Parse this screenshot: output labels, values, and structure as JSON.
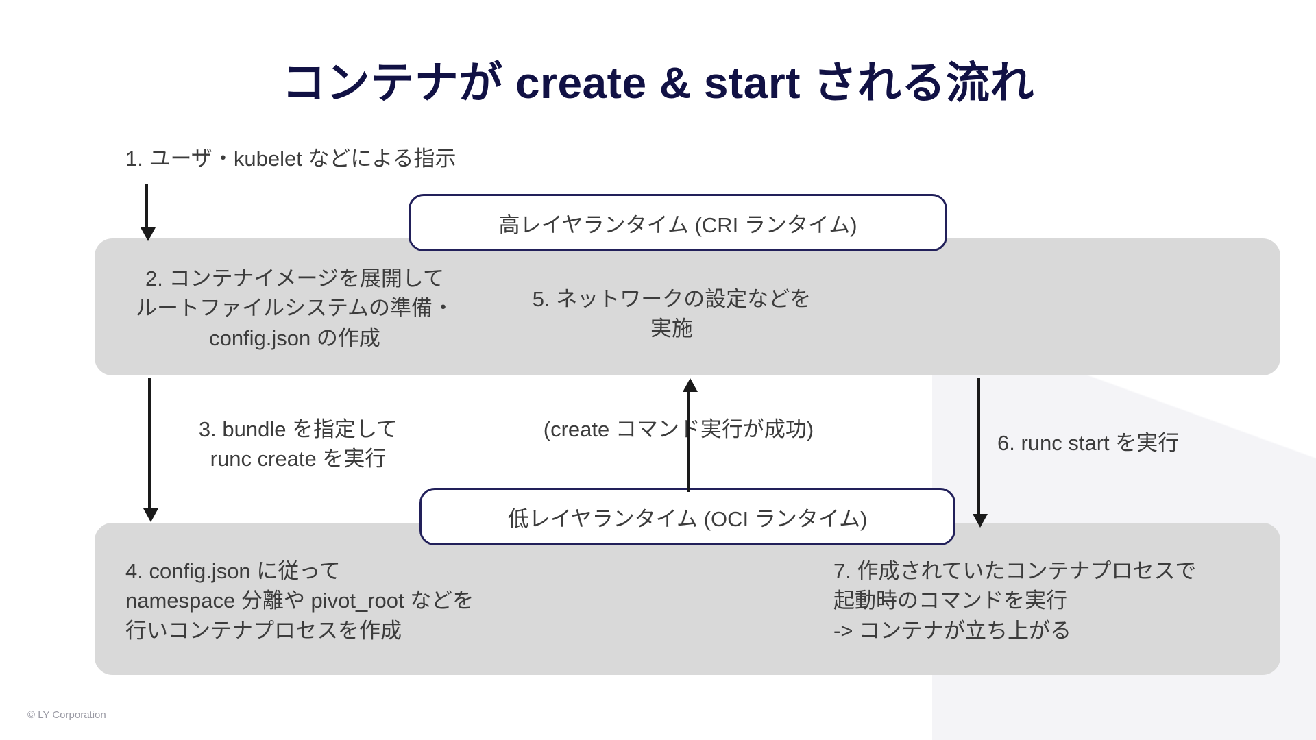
{
  "slide": {
    "title": "コンテナが create & start される流れ",
    "footer": "© LY Corporation",
    "colors": {
      "title_navy": "#111144",
      "band_grey": "#d9d9d9",
      "box_border_navy": "#22205a",
      "body_text": "#3c3c3c",
      "arrow_black": "#1a1a1a",
      "footer_grey": "#9a9aa4",
      "background": "#ffffff",
      "wedge_grey": "#f4f4f7"
    }
  },
  "runtime_boxes": {
    "high_layer": "高レイヤランタイム (CRI ランタイム)",
    "low_layer": "低レイヤランタイム (OCI ランタイム)"
  },
  "steps": {
    "step1": "1. ユーザ・kubelet などによる指示",
    "step2": "2. コンテナイメージを展開して\nルートファイルシステムの準備・\nconfig.json の作成",
    "step3": "3. bundle を指定して\nrunc create を実行",
    "step4": "4. config.json に従って\nnamespace 分離や pivot_root などを\n行いコンテナプロセスを作成",
    "step5": "5. ネットワークの設定などを\n実施",
    "step6": "6. runc start を実行",
    "step7": "7. 作成されていたコンテナプロセスで\n起動時のコマンドを実行\n-> コンテナが立ち上がる"
  },
  "annotations": {
    "create_success": "(create コマンド実行が成功)"
  }
}
